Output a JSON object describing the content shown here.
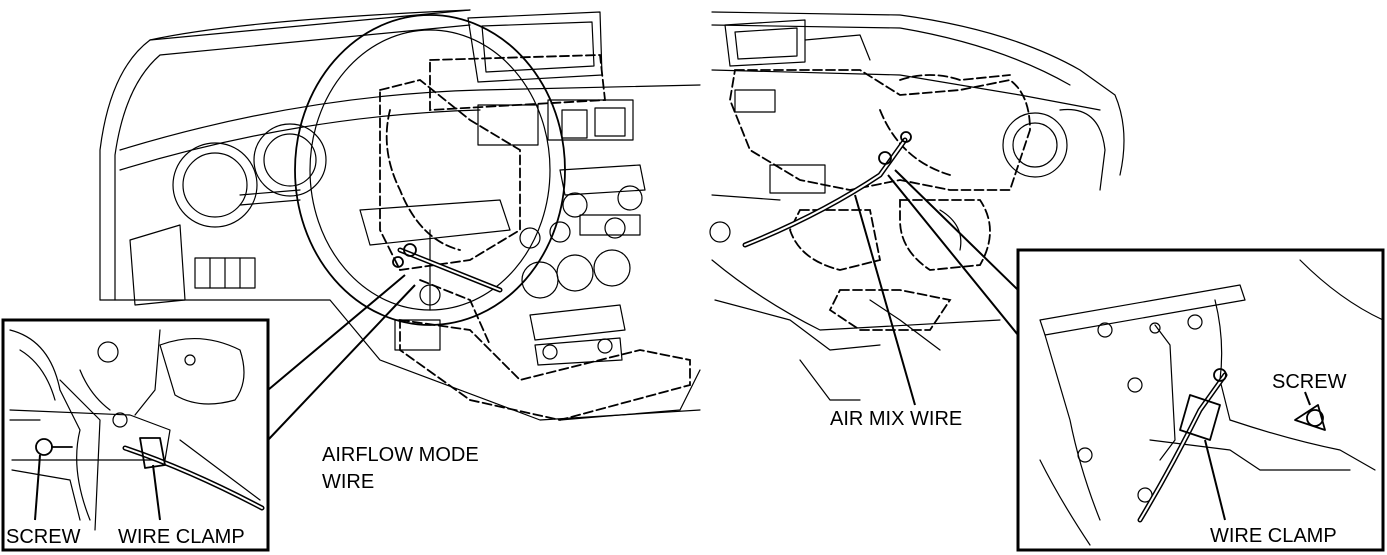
{
  "labels": {
    "airflow_mode_wire_line1": "AIRFLOW MODE",
    "airflow_mode_wire_line2": "WIRE",
    "air_mix_wire": "AIR MIX WIRE",
    "left_screw": "SCREW",
    "left_wire_clamp": "WIRE CLAMP",
    "right_screw": "SCREW",
    "right_wire_clamp": "WIRE CLAMP"
  }
}
